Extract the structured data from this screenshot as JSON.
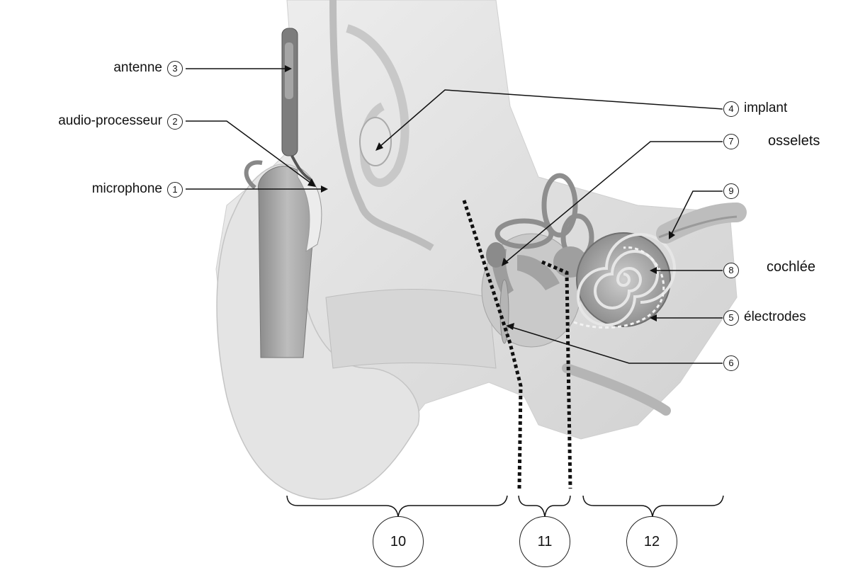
{
  "labels": {
    "antenne": {
      "text": "antenne",
      "num": "3"
    },
    "audio_processeur": {
      "text": "audio-processeur",
      "num": "2"
    },
    "microphone": {
      "text": "microphone",
      "num": "1"
    },
    "implant": {
      "text": "implant",
      "num": "4"
    },
    "osselets": {
      "text": "osselets",
      "num": "7"
    },
    "nerf": {
      "num": "9"
    },
    "cochlee": {
      "text": "cochlée",
      "num": "8"
    },
    "electrodes": {
      "text": "électrodes",
      "num": "5"
    },
    "tympan": {
      "num": "6"
    }
  },
  "zones": {
    "zone_10": "10",
    "zone_11": "11",
    "zone_12": "12"
  },
  "colors": {
    "line": "#111111",
    "tissue": "#d9d9d9",
    "tissue_dark": "#a9a9a9"
  }
}
